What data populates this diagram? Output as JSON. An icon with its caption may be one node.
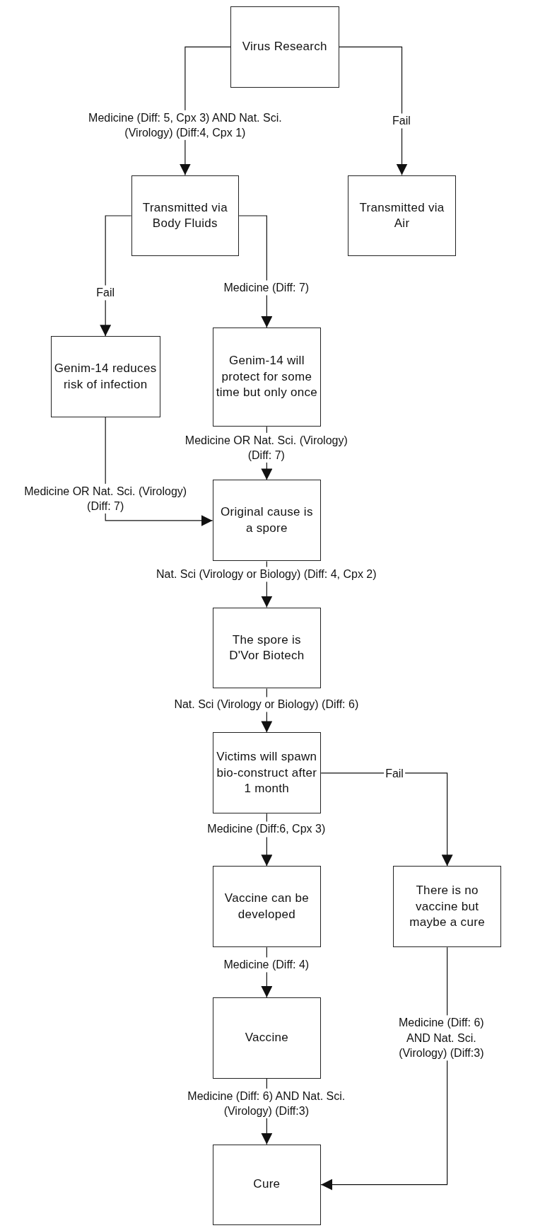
{
  "diagram": {
    "nodes": [
      {
        "text": [
          "Virus Research"
        ]
      },
      {
        "text": [
          "Transmitted via Body Fluids"
        ]
      },
      {
        "text": [
          "Transmitted via Air"
        ]
      },
      {
        "text": [
          "Genim-14 reduces risk of infection"
        ]
      },
      {
        "text": [
          "Genim-14 will protect for some time but only once"
        ]
      },
      {
        "text": [
          "Original cause is a spore"
        ]
      },
      {
        "text": [
          "The spore is D'Vor Biotech"
        ]
      },
      {
        "text": [
          "Victims will spawn bio-construct after 1 month"
        ]
      },
      {
        "text": [
          "Vaccine can be developed"
        ]
      },
      {
        "text": [
          "There is no vaccine but maybe a cure"
        ]
      },
      {
        "text": [
          "Vaccine"
        ]
      },
      {
        "text": [
          "Cure"
        ]
      }
    ],
    "edges": [
      {
        "from": 0,
        "to": 1,
        "arrow": "to",
        "label": "Medicine (Diff: 5, Cpx 3) AND Nat. Sci. (Virology) (Diff:4, Cpx 1)"
      },
      {
        "from": 0,
        "to": 2,
        "arrow": "to",
        "label": "Fail"
      },
      {
        "from": 1,
        "to": 3,
        "arrow": "to",
        "label": "Fail"
      },
      {
        "from": 1,
        "to": 4,
        "arrow": "to",
        "label": "Medicine (Diff: 7)"
      },
      {
        "from": 4,
        "to": 5,
        "arrow": "to",
        "label": "Medicine OR Nat. Sci. (Virology) (Diff: 7)"
      },
      {
        "from": 3,
        "to": 5,
        "arrow": "to",
        "label": "Medicine OR Nat. Sci. (Virology) (Diff: 7)"
      },
      {
        "from": 5,
        "to": 6,
        "arrow": "to",
        "label": "Nat. Sci (Virology or Biology) (Diff: 4, Cpx 2)"
      },
      {
        "from": 6,
        "to": 7,
        "arrow": "to",
        "label": "Nat. Sci (Virology or Biology) (Diff: 6)"
      },
      {
        "from": 7,
        "to": 9,
        "arrow": "to",
        "label": "Fail"
      },
      {
        "from": 7,
        "to": 8,
        "arrow": "to",
        "label": "Medicine (Diff:6, Cpx 3)"
      },
      {
        "from": 8,
        "to": 10,
        "arrow": "to",
        "label": "Medicine (Diff: 4)"
      },
      {
        "from": 10,
        "to": 11,
        "arrow": "to",
        "label": "Medicine (Diff: 6) AND Nat. Sci. (Virology) (Diff:3)"
      },
      {
        "from": 9,
        "to": 11,
        "arrow": "to",
        "label": "Medicine (Diff: 6) AND Nat. Sci. (Virology) (Diff:3)"
      }
    ]
  }
}
